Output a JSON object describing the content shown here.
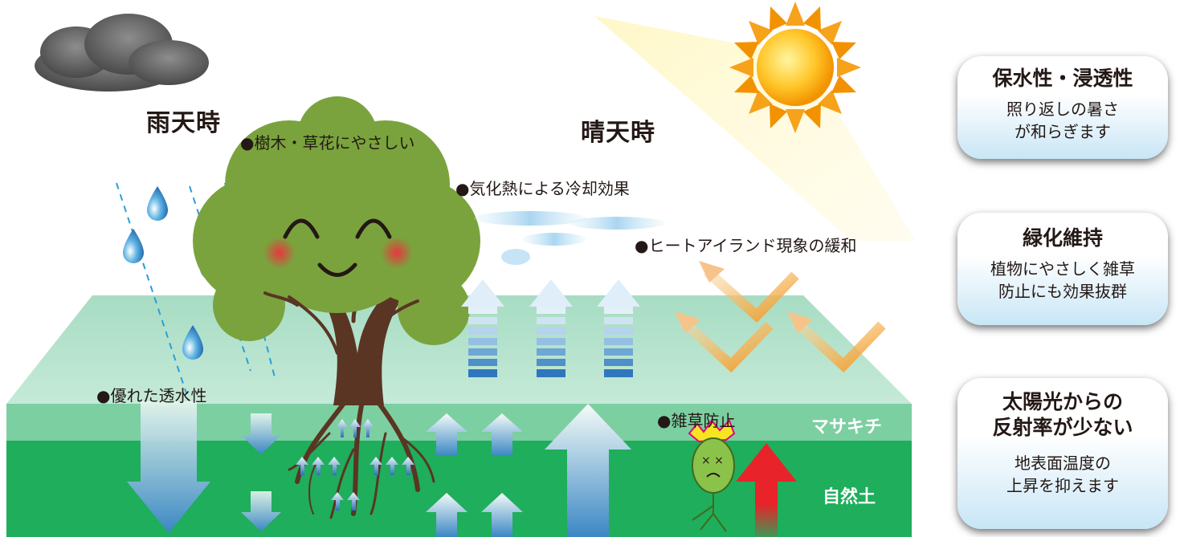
{
  "scene": {
    "rainy_title": "雨天時",
    "sunny_title": "晴天時",
    "notes": {
      "trees": "●樹木・草花にやさしい",
      "cooling": "●気化熱による冷却効果",
      "heat_island": "●ヒートアイランド現象の緩和",
      "permeability": "●優れた透水性",
      "weed": "●雑草防止"
    },
    "layers": {
      "masakichi": "マサキチ",
      "natural_soil": "自然土"
    }
  },
  "cards": [
    {
      "title": "保水性・浸透性",
      "body": [
        "照り返しの暑さ",
        "が和らぎます"
      ]
    },
    {
      "title": "緑化維持",
      "body": [
        "植物にやさしく雑草",
        "防止にも効果抜群"
      ]
    },
    {
      "title": [
        "太陽光からの",
        "反射率が少ない"
      ],
      "body": [
        "地表面温度の",
        "上昇を抑えます"
      ]
    }
  ],
  "colors": {
    "surface_top": "#b9e3cd",
    "masakichi_layer": "#7ccfa1",
    "soil_layer": "#1fae5c",
    "rain": "#2a9fd6",
    "tree": "#7aa33d",
    "trunk": "#5a3523",
    "sun": "#f7a21b",
    "reflection": "#f39c28",
    "heat_arrow": "#e8232a"
  }
}
